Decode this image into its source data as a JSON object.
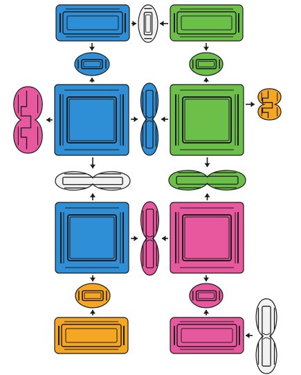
{
  "colors": {
    "blue": "#2e8fd6",
    "green": "#6cc04a",
    "pink": "#e8589e",
    "orange": "#f5a623",
    "white": "#f2f2f2",
    "outline": "#1a1a1a"
  },
  "tiles": [
    {
      "id": "t1",
      "shape": "bar-h",
      "color": "blue"
    },
    {
      "id": "t2",
      "shape": "pod-v",
      "color": "white"
    },
    {
      "id": "t3",
      "shape": "bar-h",
      "color": "green"
    },
    {
      "id": "t4",
      "shape": "pod-h",
      "color": "blue"
    },
    {
      "id": "t5",
      "shape": "pod-h",
      "color": "green"
    },
    {
      "id": "t6",
      "shape": "split-v",
      "color": "pink"
    },
    {
      "id": "t7",
      "shape": "square",
      "color": "blue"
    },
    {
      "id": "t8",
      "shape": "peanut-v",
      "color": "blue"
    },
    {
      "id": "t9",
      "shape": "square",
      "color": "green"
    },
    {
      "id": "t10",
      "shape": "split-v",
      "color": "orange"
    },
    {
      "id": "t11",
      "shape": "peanut-h",
      "color": "white"
    },
    {
      "id": "t12",
      "shape": "peanut-h",
      "color": "green"
    },
    {
      "id": "t13",
      "shape": "square",
      "color": "blue"
    },
    {
      "id": "t14",
      "shape": "peanut-v",
      "color": "pink"
    },
    {
      "id": "t15",
      "shape": "square",
      "color": "pink"
    },
    {
      "id": "t16",
      "shape": "pod-h",
      "color": "orange"
    },
    {
      "id": "t17",
      "shape": "pod-h",
      "color": "pink"
    },
    {
      "id": "t18",
      "shape": "bar-h",
      "color": "orange"
    },
    {
      "id": "t19",
      "shape": "bar-h",
      "color": "pink"
    },
    {
      "id": "t20",
      "shape": "peanut-v",
      "color": "white"
    }
  ],
  "arrows": [
    {
      "from": "t1",
      "to": "t2",
      "dir": "right"
    },
    {
      "from": "t3",
      "to": "t2",
      "dir": "left"
    },
    {
      "from": "t1",
      "to": "t4",
      "dir": "down"
    },
    {
      "from": "t7",
      "to": "t4",
      "dir": "up"
    },
    {
      "from": "t3",
      "to": "t5",
      "dir": "down"
    },
    {
      "from": "t9",
      "to": "t5",
      "dir": "up"
    },
    {
      "from": "t7",
      "to": "t6",
      "dir": "left"
    },
    {
      "from": "t7",
      "to": "t8",
      "dir": "right"
    },
    {
      "from": "t9",
      "to": "t8",
      "dir": "left"
    },
    {
      "from": "t9",
      "to": "t10",
      "dir": "right"
    },
    {
      "from": "t7",
      "to": "t11",
      "dir": "down"
    },
    {
      "from": "t13",
      "to": "t11",
      "dir": "up"
    },
    {
      "from": "t9",
      "to": "t12",
      "dir": "down"
    },
    {
      "from": "t15",
      "to": "t12",
      "dir": "up"
    },
    {
      "from": "t13",
      "to": "t14",
      "dir": "right"
    },
    {
      "from": "t15",
      "to": "t14",
      "dir": "left"
    },
    {
      "from": "t13",
      "to": "t16",
      "dir": "down"
    },
    {
      "from": "t18",
      "to": "t16",
      "dir": "up"
    },
    {
      "from": "t15",
      "to": "t17",
      "dir": "down"
    },
    {
      "from": "t19",
      "to": "t17",
      "dir": "up"
    },
    {
      "from": "t20",
      "to": "t19",
      "dir": "left"
    }
  ]
}
